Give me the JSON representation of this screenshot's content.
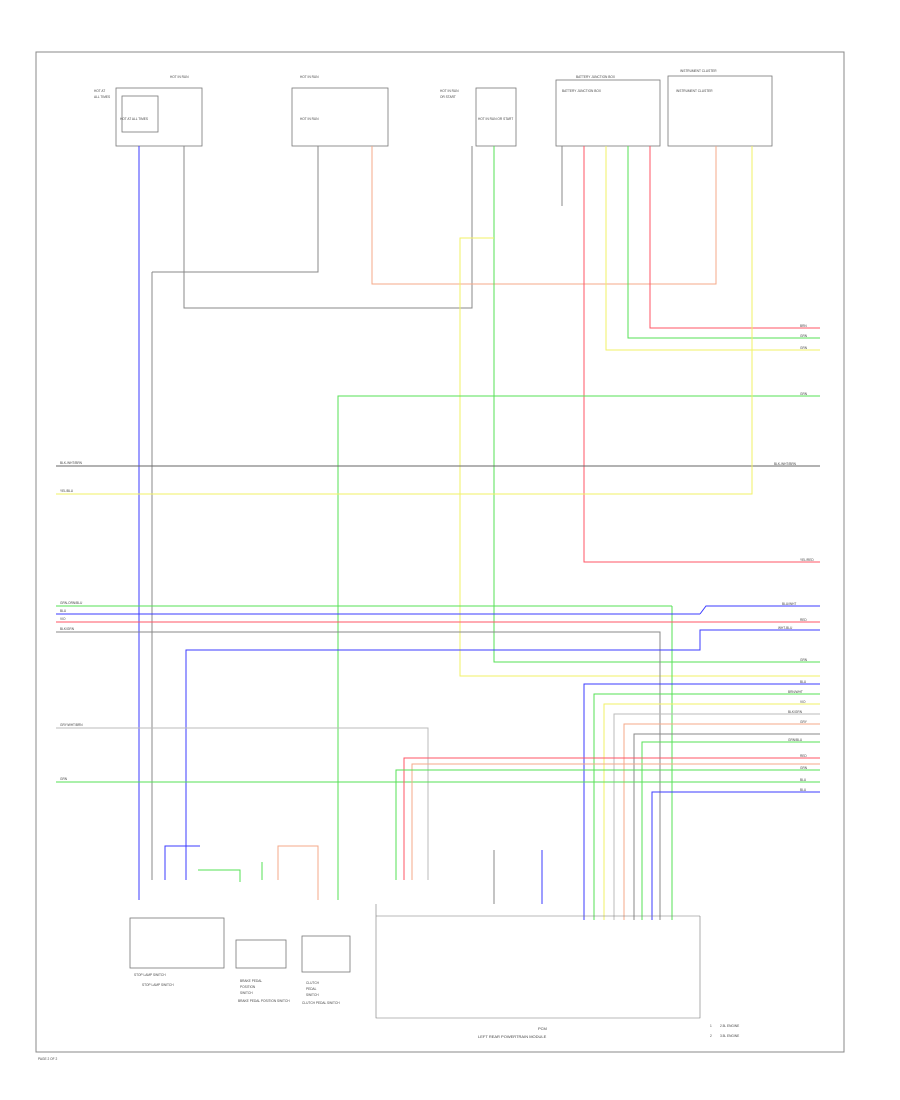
{
  "diagram": {
    "title_bottom": "PAGE 2 OF 2",
    "module_label_1": "PCM",
    "module_label_2": "LEFT REAR POWERTRAIN MODULE",
    "legend": [
      "2.5L ENGINE",
      "3.5L ENGINE"
    ],
    "top_components": [
      {
        "label": "HOT AT ALL TIMES"
      },
      {
        "label": "HOT IN RUN"
      },
      {
        "label": "HOT IN RUN OR START"
      },
      {
        "label": "BATTERY JUNCTION BOX"
      },
      {
        "label": "INSTRUMENT CLUSTER"
      }
    ],
    "bottom_components": [
      {
        "label": "STOP LAMP SWITCH"
      },
      {
        "label": "BRAKE PEDAL POSITION SWITCH"
      },
      {
        "label": "CLUTCH PEDAL SWITCH"
      }
    ],
    "left_wire_labels": [
      "BLK-WHT/BRN",
      "YEL/BLU",
      "GRN-ORN/BLU",
      "BLU",
      "VIO",
      "BLK/GRN",
      "GRY/WHT/BRN",
      "GRN"
    ],
    "right_wire_labels": [
      "BRN",
      "GRN",
      "GRN",
      "GRN",
      "BLK-WHT/BRN",
      "YEL/RED",
      "BLU/WHT",
      "RED",
      "WHT-BLU",
      "GRN",
      "BLU",
      "BRN/WHT",
      "VIO",
      "BLK/GRN",
      "GRY",
      "GRN/BLU",
      "RED",
      "GRN",
      "BLU",
      "BLU"
    ],
    "colors": {
      "blue": "#3b3bff",
      "green": "#55e055",
      "yellow": "#f2f266",
      "red": "#ff5566",
      "grey": "#888888",
      "orange": "#f4a98a",
      "lightgrey": "#bbbbbb"
    }
  }
}
